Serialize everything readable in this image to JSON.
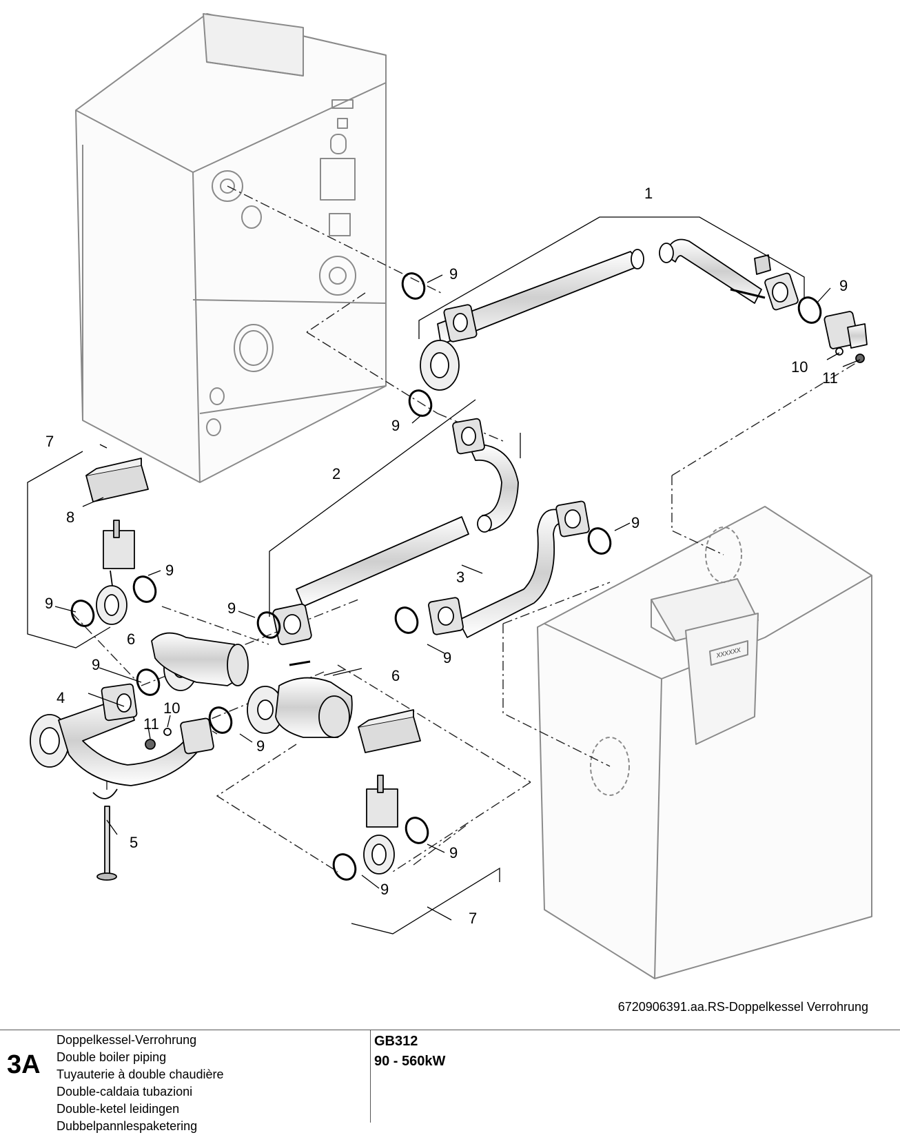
{
  "callouts": {
    "c1": "1",
    "c2": "2",
    "c3": "3",
    "c4": "4",
    "c5": "5",
    "c6a": "6",
    "c6b": "6",
    "c7a": "7",
    "c7b": "7",
    "c8": "8",
    "c9": "9",
    "c10a": "10",
    "c10b": "10",
    "c11a": "11",
    "c11b": "11"
  },
  "plate_text": "xxxxxx",
  "drawing_ref": "6720906391.aa.RS-Doppelkessel Verrohrung",
  "footer": {
    "sheet_no": "3A",
    "titles": [
      "Doppelkessel-Verrohrung",
      "Double boiler piping",
      "Tuyauterie à double chaudière",
      "Double-caldaia tubazioni",
      "Double-ketel leidingen",
      "Dubbelpannlespaketering"
    ],
    "model": "GB312",
    "range": "90 - 560kW"
  }
}
